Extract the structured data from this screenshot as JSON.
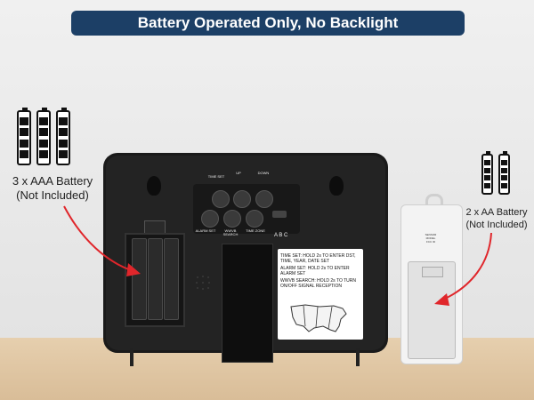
{
  "banner": {
    "title": "Battery Operated Only, No Backlight"
  },
  "left_caption": {
    "line1": "3 x AAA Battery",
    "line2": "(Not Included)",
    "battery_count": 3
  },
  "right_caption": {
    "line1": "2 x AA Battery",
    "line2": "(Not Included)",
    "battery_count": 2
  },
  "clock_buttons": {
    "time_set": "TIME SET",
    "up": "UP",
    "down": "DOWN",
    "alarm_set": "ALARM SET",
    "wwvb": "WWVB SEARCH",
    "time_zone": "TIME ZONE",
    "abc": "A B C"
  },
  "instructions": {
    "line1": "TIME SET: HOLD 2s TO ENTER DST, TIME, YEAR, DATE SET",
    "line2": "ALARM SET: HOLD 2s TO ENTER ALARM SET",
    "line3": "WWVB SEARCH: HOLD 2s TO TURN ON/OFF SIGNAL RECEPTION"
  },
  "sensor_label": {
    "line1": "SENSOR",
    "line2": "MODEL",
    "line3": "FCC ID"
  },
  "colors": {
    "banner": "#1c3f66",
    "arrow": "#e0262b",
    "clock_body": "#1a1a1a",
    "sensor_body": "#f3f3f3"
  }
}
